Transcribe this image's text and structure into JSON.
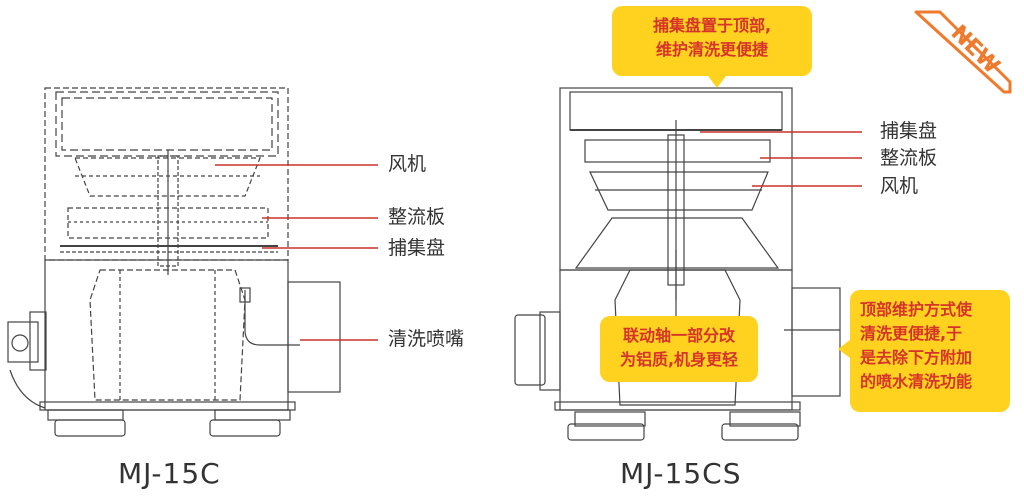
{
  "left": {
    "model": "MJ-15C",
    "labels": {
      "fan": "风机",
      "flow_plate": "整流板",
      "collector": "捕集盘",
      "nozzle": "清洗喷嘴"
    }
  },
  "right": {
    "model": "MJ-15CS",
    "labels": {
      "collector": "捕集盘",
      "flow_plate": "整流板",
      "fan": "风机"
    },
    "callouts": {
      "top": [
        "捕集盘置于顶部,",
        "维护清洗更便捷"
      ],
      "middle": [
        "联动轴一部分改",
        "为铝质,机身更轻"
      ],
      "right": [
        "顶部维护方式使",
        "清洗更便捷,于",
        "是去除下方附加",
        "的喷水清洗功能"
      ]
    },
    "badge": "NEW"
  },
  "colors": {
    "callout_bg": "#ffd21f",
    "callout_text": "#d6342a",
    "leader_line": "#c8302a",
    "badge_orange": "#f07a2c"
  }
}
